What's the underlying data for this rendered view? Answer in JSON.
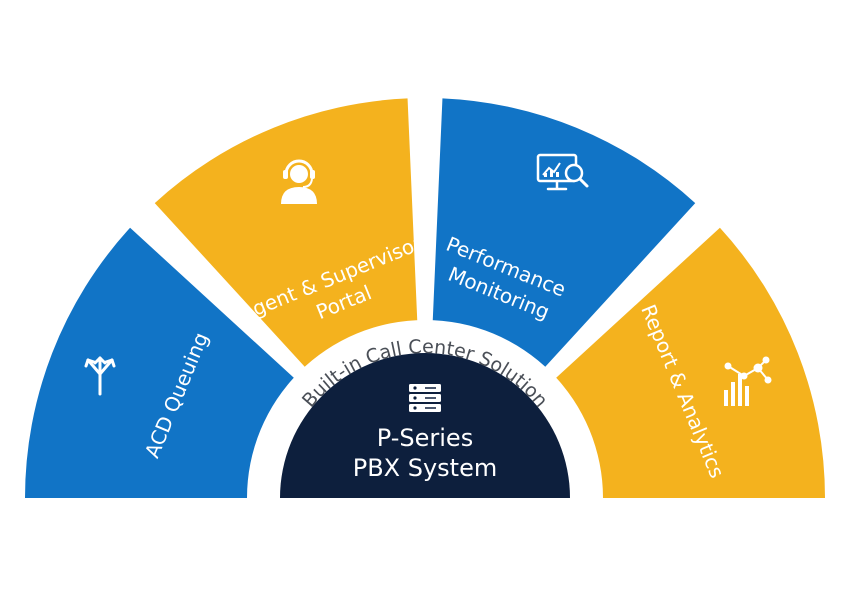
{
  "colors": {
    "blue": "#1174c6",
    "yellow": "#f4b21e",
    "navy": "#0d1f3d",
    "ring": "#ffffff",
    "ring_text": "#4a4f57",
    "icon": "#ffffff"
  },
  "segments": [
    {
      "lines": [
        "ACD Queuing"
      ],
      "icon": "split-arrows-icon"
    },
    {
      "lines": [
        "Agent & Supervisor",
        "Portal"
      ],
      "icon": "headset-agent-icon"
    },
    {
      "lines": [
        "Performance",
        "Monitoring"
      ],
      "icon": "monitor-chart-icon"
    },
    {
      "lines": [
        "Report & Analytics"
      ],
      "icon": "analytics-nodes-icon"
    }
  ],
  "ring_label": "Built-in Call Center Solution",
  "core": {
    "icon": "server-stack-icon",
    "line1": "P-Series",
    "line2": "PBX System"
  }
}
